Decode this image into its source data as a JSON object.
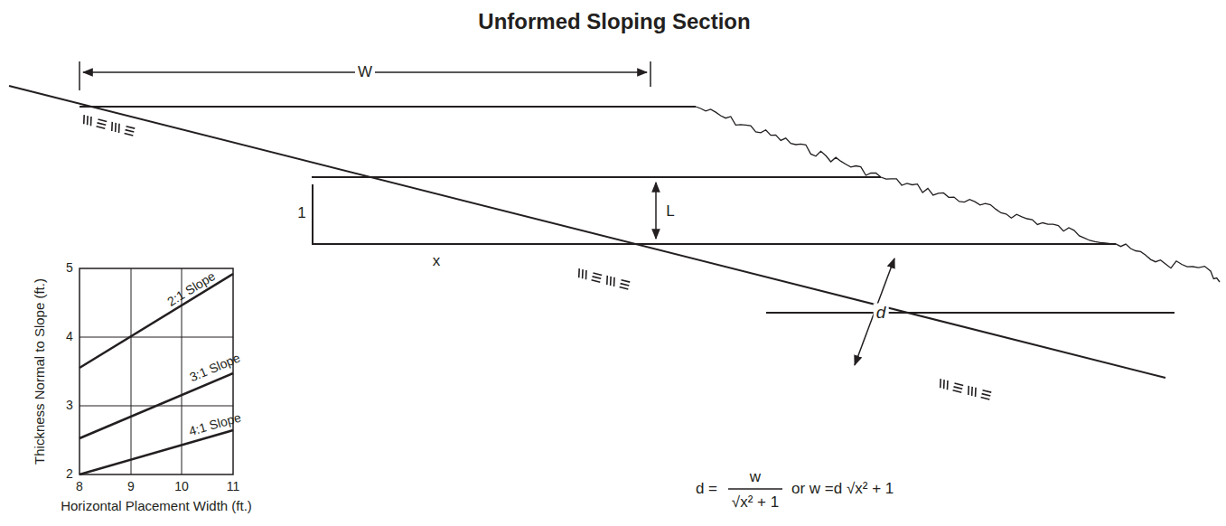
{
  "diagram": {
    "title": "Unformed Sloping Section",
    "labels": [
      "W",
      "1",
      "L",
      "x",
      "d",
      "5",
      "4",
      "3",
      "2",
      "8",
      "9",
      "10",
      "11",
      "2:1 Slope",
      "3:1 Slope",
      "4:1 Slope",
      "Horizontal Placement Width (ft.)",
      "Thickness Normal to Slope (ft.)",
      "d =",
      "w",
      "√x² + 1",
      "or  w =d √x² + 1"
    ]
  }
}
